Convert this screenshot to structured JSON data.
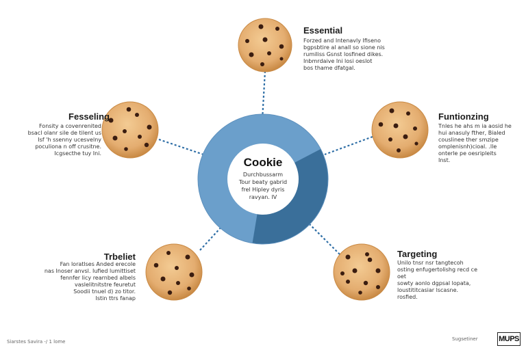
{
  "center": {
    "title": "Cookie",
    "text": "Durchbussarm\nTour beaty gabrid\nfrel Hipley dyris\nravyan. IV"
  },
  "nodes": {
    "essential": {
      "title": "Essential",
      "description": "Forzed and Intenavly Ifiseno\nbgpsbtire al anall so sione nis\nrumiliss Gsnst losfined dikes.\nInbmrdaive Ini losi oeslot\nbos thame dfatgal."
    },
    "fesseling": {
      "title": "Fesseling",
      "description": "Fonsity a covenrenited\nbsacl olanr sile de tilent us\nIsf 'h ssenny ucesvelny\npoculiona n off crusitne.\nIcgsecthe tuy Ini."
    },
    "funtionzing": {
      "title": "Funtionzing",
      "description": "Tnles he ahs m ia aosid he\nhui anasuly fther, Bialed\ncouslinee ther smzipe\nomplenisnh)cioal. .lle\nonterle pe oesripleits\nInst."
    },
    "trbeliet": {
      "title": "Trbeliet",
      "description": "Fan loratlses Anded erecole\nnas Inoser anvsl. Iufied lumittiset\nfennfer licy rearnbed albels\nvaslelitnitstre feuretut\nSoodii tnuel d) zo titor.\nIstin ttrs fanap"
    },
    "targeting": {
      "title": "Targeting",
      "description": "Unilo tnsr nsr tangtecoh\nosting enfugertolishg recd ce oet\nsowty aonlo dgpsal lopata,\nloustititcasiar lscasne.\nrosfied."
    }
  },
  "footer": {
    "left": "Siarstes Savira -/ 1 lome",
    "right_label": "Sugsetiner",
    "logo": "MUPS"
  },
  "colors": {
    "ring_light": "#6b9fcb",
    "ring_dark": "#3a6f9a",
    "connector": "#2e6ea6",
    "cookie_base": "#e7b478",
    "cookie_edge": "#c98a45",
    "chip": "#3b1d10"
  }
}
